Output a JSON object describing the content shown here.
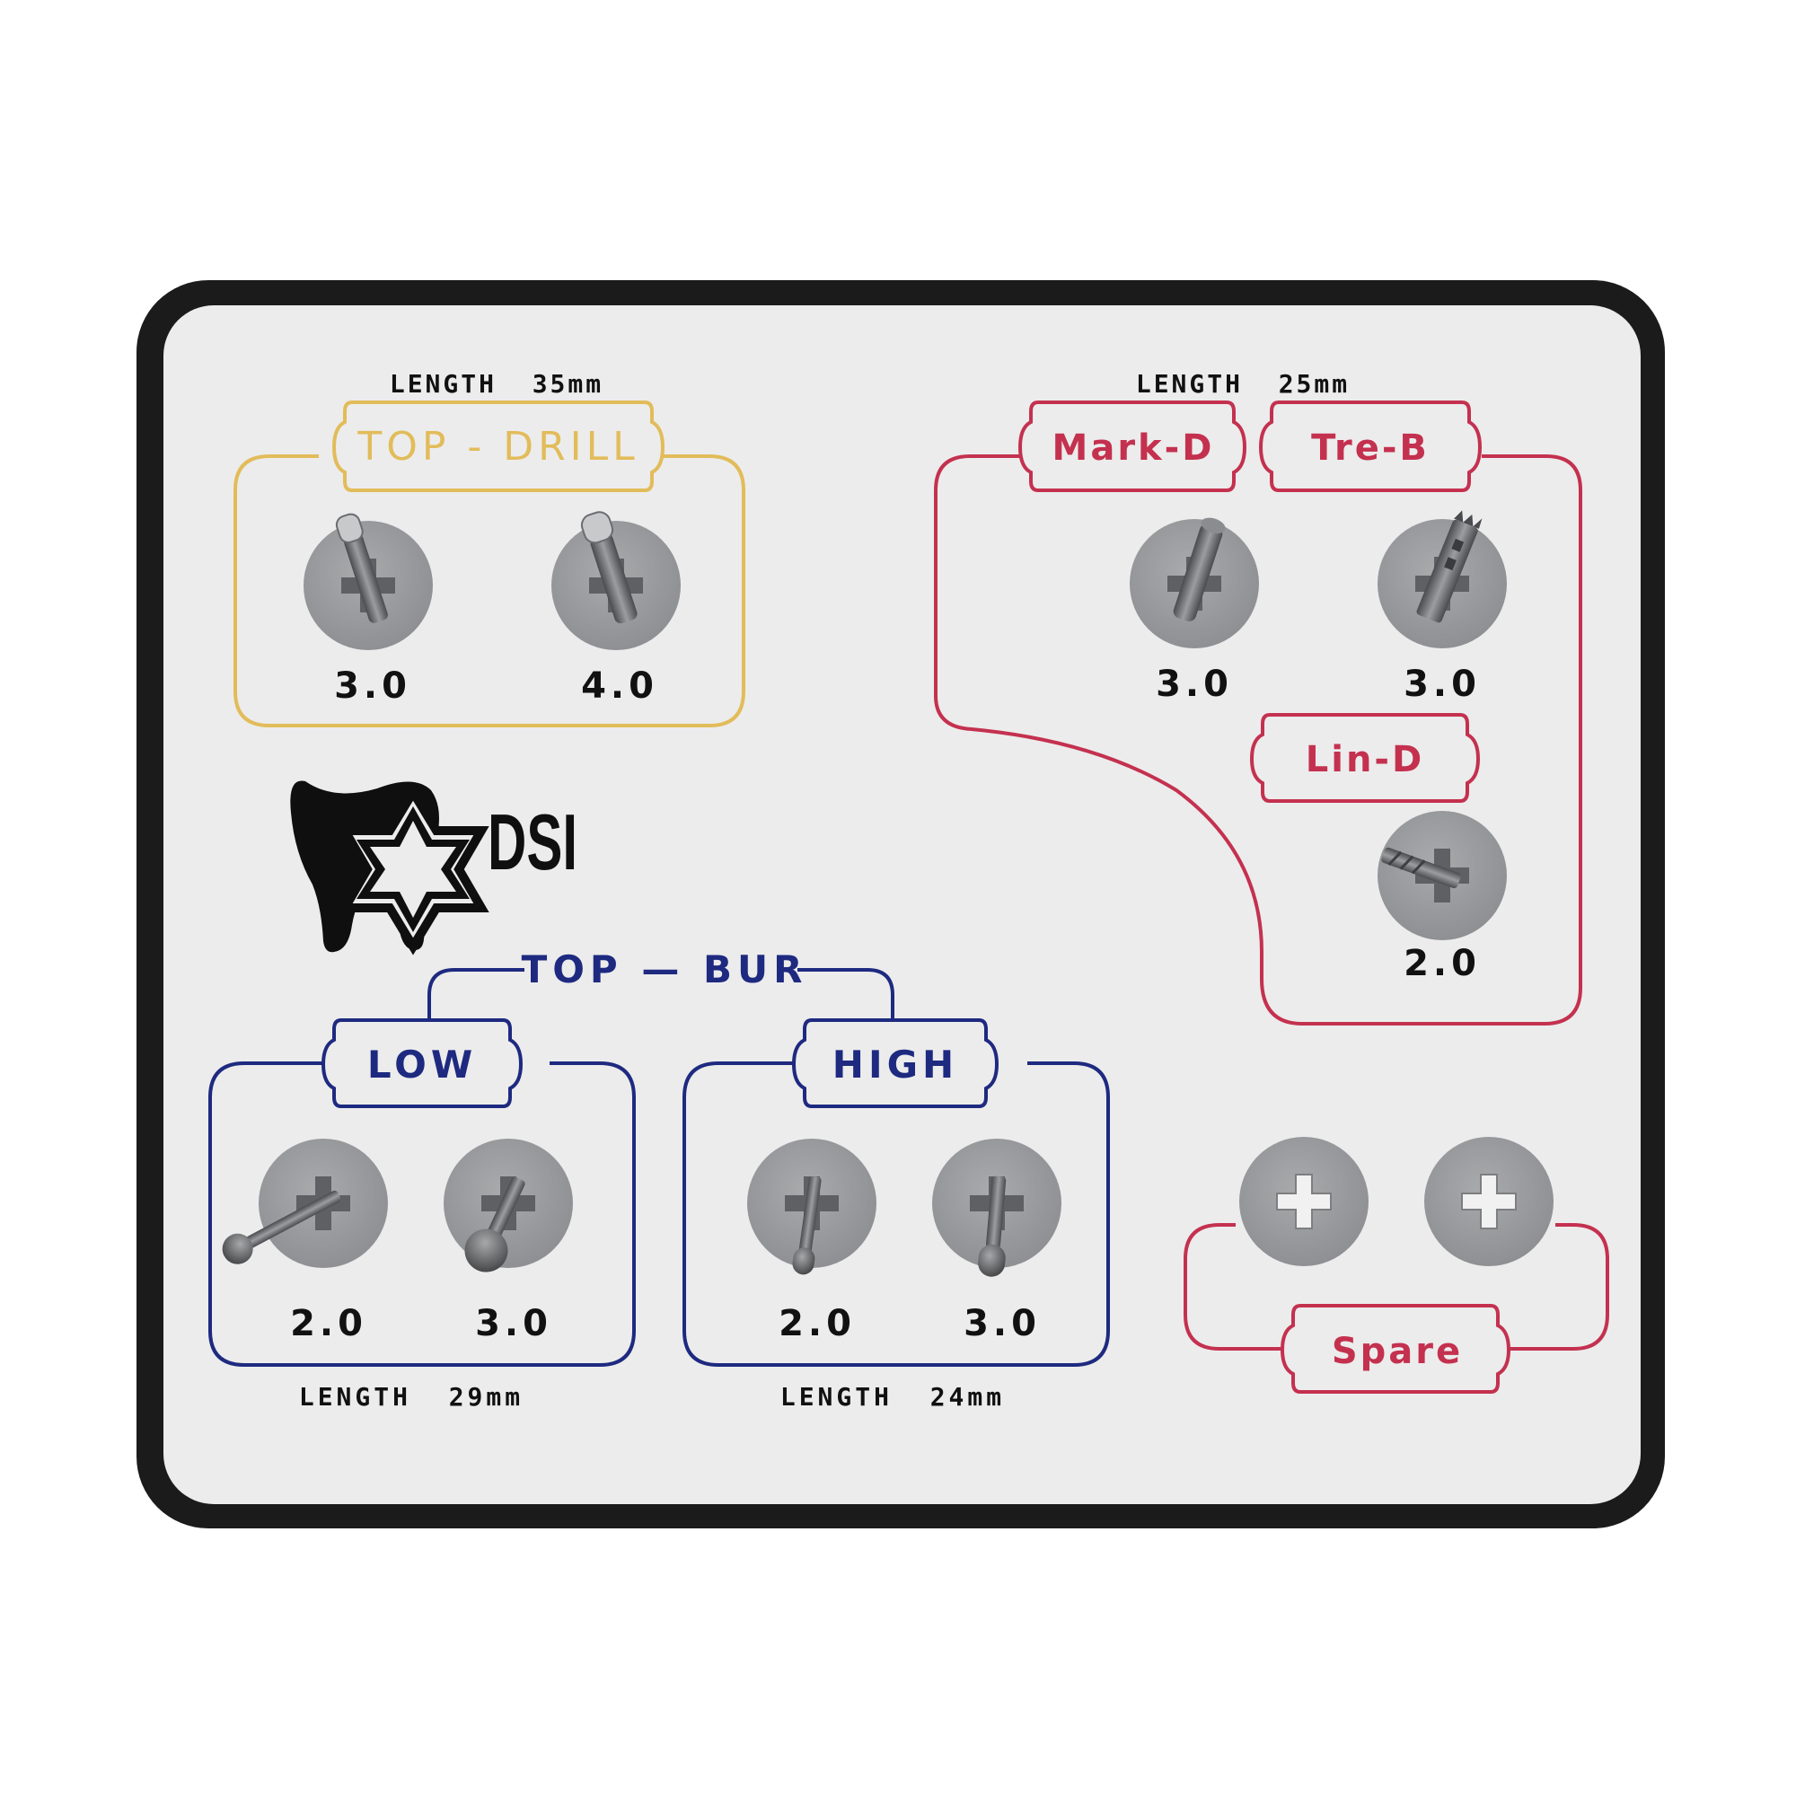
{
  "kit": {
    "colors": {
      "frame": "#1b1b1b",
      "panel": "#ececec",
      "drill_group": "#e2bc5a",
      "red_group": "#c4314f",
      "blue_group": "#1e2a80",
      "socket": "#9a9b9d",
      "text": "#111111"
    },
    "logo": {
      "text": "DSI",
      "icon": "tooth-star-icon"
    },
    "top_drill": {
      "length_label": "LENGTH  35mm",
      "title": "TOP - DRILL",
      "sizes": [
        "3.0",
        "4.0"
      ]
    },
    "right_group": {
      "length_label": "LENGTH  25mm",
      "mark_d": {
        "title": "Mark-D",
        "size": "3.0"
      },
      "tre_b": {
        "title": "Tre-B",
        "size": "3.0"
      },
      "lin_d": {
        "title": "Lin-D",
        "size": "2.0"
      }
    },
    "top_bur": {
      "title": "TOP — BUR",
      "low": {
        "title": "LOW",
        "sizes": [
          "2.0",
          "3.0"
        ],
        "length_label": "LENGTH  29mm"
      },
      "high": {
        "title": "HIGH",
        "sizes": [
          "2.0",
          "3.0"
        ],
        "length_label": "LENGTH  24mm"
      }
    },
    "spare": {
      "title": "Spare"
    }
  }
}
